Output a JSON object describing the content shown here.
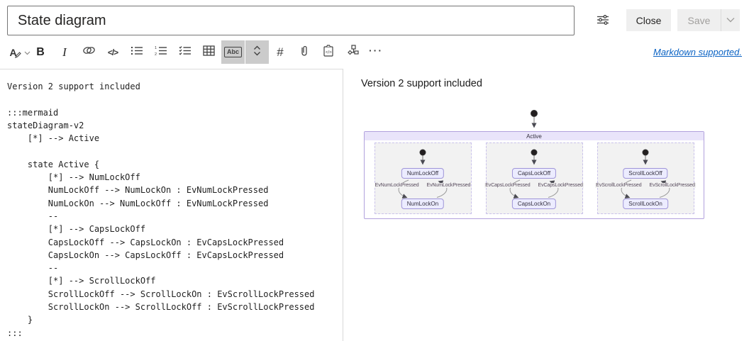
{
  "header": {
    "title_input": {
      "value": "State diagram"
    },
    "close_button": "Close",
    "save_button": "Save"
  },
  "toolbar": {
    "markdown_link": "Markdown supported.",
    "buttons": [
      {
        "name": "text-format",
        "glyph": "A"
      },
      {
        "name": "bold",
        "glyph": "B"
      },
      {
        "name": "italic",
        "glyph": "I"
      },
      {
        "name": "link"
      },
      {
        "name": "code",
        "glyph": "</>"
      },
      {
        "name": "bulleted-list"
      },
      {
        "name": "numbered-list"
      },
      {
        "name": "task-list"
      },
      {
        "name": "table"
      },
      {
        "name": "abbreviation",
        "glyph": "Abc",
        "active": true
      },
      {
        "name": "expand",
        "active": true
      },
      {
        "name": "mention",
        "glyph": "#"
      },
      {
        "name": "attachment"
      },
      {
        "name": "code-snippet"
      },
      {
        "name": "workflow"
      },
      {
        "name": "more-options",
        "glyph": "···"
      }
    ]
  },
  "editor": {
    "code": "Version 2 support included\n\n:::mermaid\nstateDiagram-v2\n    [*] --> Active\n\n    state Active {\n        [*] --> NumLockOff\n        NumLockOff --> NumLockOn : EvNumLockPressed\n        NumLockOn --> NumLockOff : EvNumLockPressed\n        --\n        [*] --> CapsLockOff\n        CapsLockOff --> CapsLockOn : EvCapsLockPressed\n        CapsLockOn --> CapsLockOff : EvCapsLockPressed\n        --\n        [*] --> ScrollLockOff\n        ScrollLockOff --> ScrollLockOn : EvScrollLockPressed\n        ScrollLockOn --> ScrollLockOff : EvScrollLockPressed\n    }\n:::"
  },
  "preview": {
    "heading": "Version 2 support included",
    "diagram": {
      "type": "stateDiagram-v2",
      "composite_title": "Active",
      "regions": [
        {
          "off_state": "NumLockOff",
          "on_state": "NumLockOn",
          "event": "EvNumLockPressed"
        },
        {
          "off_state": "CapsLockOff",
          "on_state": "CapsLockOn",
          "event": "EvCapsLockPressed"
        },
        {
          "off_state": "ScrollLockOff",
          "on_state": "ScrollLockOn",
          "event": "EvScrollLockPressed"
        }
      ]
    }
  },
  "colors": {
    "link_blue": "#0b63c4",
    "state_fill": "#ececff",
    "state_border": "#9f95d8",
    "region_fill": "#f2f2f2",
    "active_header_fill": "#e9e4fa",
    "toolbar_active_bg": "#cbcbcb",
    "button_bg": "#efefef",
    "disabled_text": "#a19f9d"
  }
}
